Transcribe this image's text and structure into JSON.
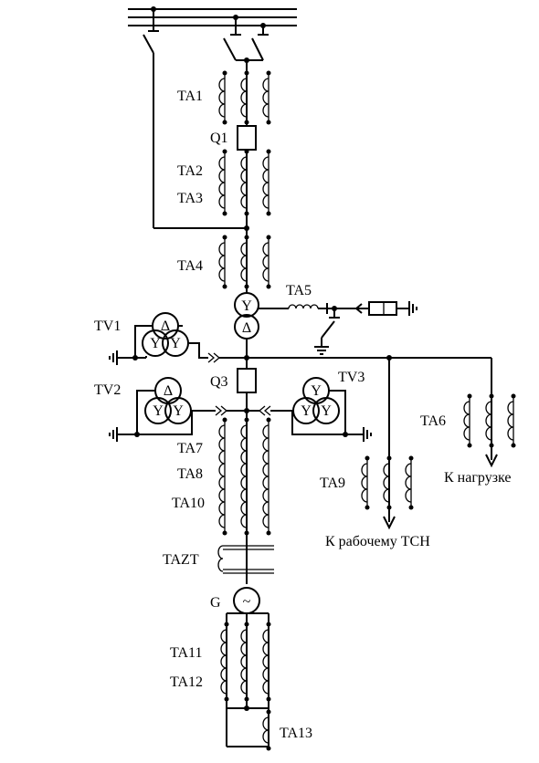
{
  "diagram": {
    "labels": {
      "ta1": "TA1",
      "q1": "Q1",
      "ta2": "TA2",
      "ta3": "TA3",
      "ta4": "TA4",
      "ta5": "TA5",
      "tv1": "TV1",
      "tv2": "TV2",
      "tv3": "TV3",
      "q3": "Q3",
      "ta6": "TA6",
      "ta7": "TA7",
      "ta8": "TA8",
      "ta9": "TA9",
      "ta10": "TA10",
      "tazt": "TAZT",
      "g": "G",
      "ta11": "TA11",
      "ta12": "TA12",
      "ta13": "TA13",
      "load": "К нагрузке",
      "aux": "К рабочему ТСН"
    },
    "symbols": {
      "transformer_hv": "Y",
      "transformer_lv": "Δ",
      "generator": "~",
      "vt_delta": "Δ",
      "vt_star": "Y"
    }
  }
}
